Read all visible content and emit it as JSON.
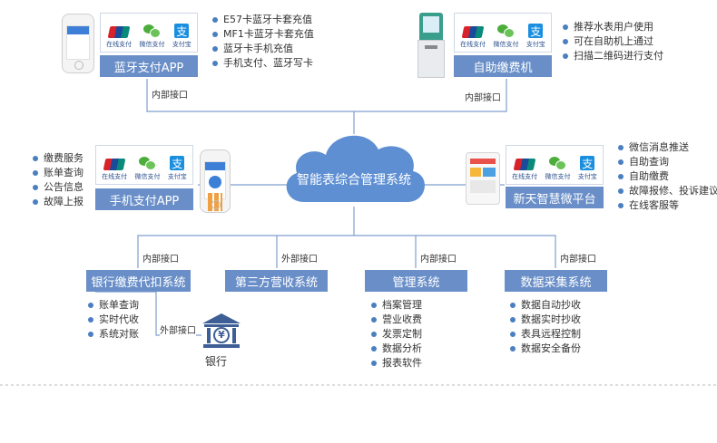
{
  "center": {
    "label": "智能表综合管理系统"
  },
  "payment_logos": {
    "unionpay": "在线支付",
    "wechat": "微信支付",
    "alipay": "支付宝",
    "alipay_glyph": "支"
  },
  "top_left": {
    "title": "蓝牙支付APP",
    "interface": "内部接口",
    "features": [
      "E57卡蓝牙卡套充值",
      "MF1卡蓝牙卡套充值",
      "蓝牙卡手机充值",
      "手机支付、蓝牙写卡"
    ]
  },
  "top_right": {
    "title": "自助缴费机",
    "interface": "内部接口",
    "features": [
      "推荐水表用户使用",
      "可在自助机上通过",
      "扫描二维码进行支付"
    ]
  },
  "mid_left": {
    "title": "手机支付APP",
    "features": [
      "缴费服务",
      "账单查询",
      "公告信息",
      "故障上报"
    ]
  },
  "mid_right": {
    "title": "新天智慧微平台",
    "features": [
      "微信消息推送",
      "自助查询",
      "自助缴费",
      "故障报修、投诉建议",
      "在线客服等"
    ]
  },
  "bottom": [
    {
      "title": "银行缴费代扣系统",
      "interface": "内部接口",
      "features": [
        "账单查询",
        "实时代收",
        "系统对账"
      ]
    },
    {
      "title": "第三方营收系统",
      "interface": "外部接口",
      "features": []
    },
    {
      "title": "管理系统",
      "interface": "内部接口",
      "features": [
        "档案管理",
        "营业收费",
        "发票定制",
        "数据分析",
        "报表软件"
      ]
    },
    {
      "title": "数据采集系统",
      "interface": "内部接口",
      "features": [
        "数据自动抄收",
        "数据实时抄收",
        "表具远程控制",
        "数据安全备份"
      ]
    }
  ],
  "bank": {
    "label": "银行",
    "interface": "外部接口",
    "symbol": "¥"
  },
  "colors": {
    "box": "#6a8fc8",
    "line": "#7f9fcf",
    "cloud": "#5e8fd3",
    "bullet": "#4a7fc0"
  }
}
